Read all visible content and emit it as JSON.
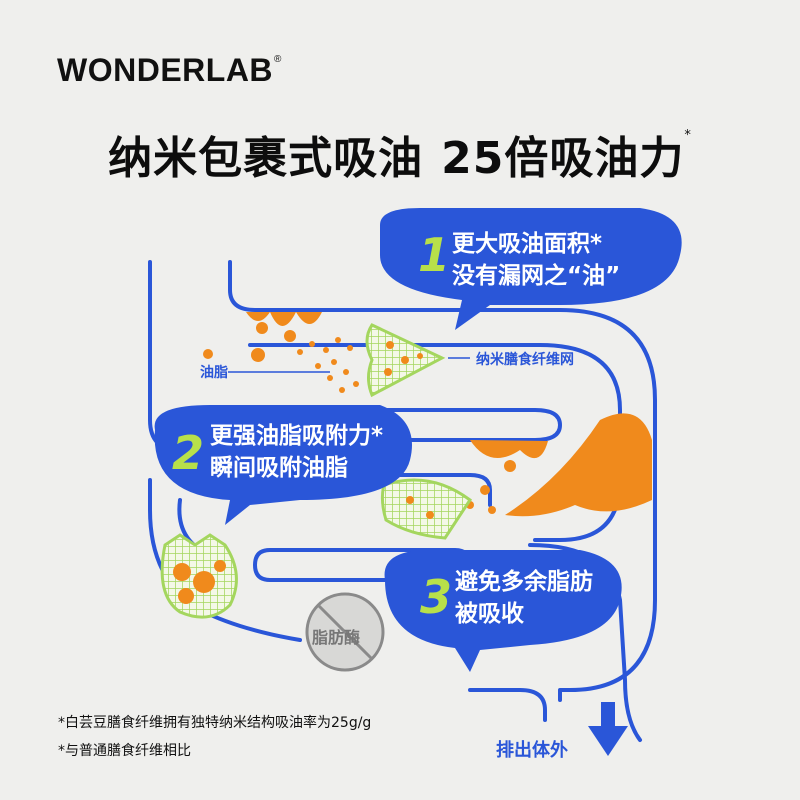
{
  "brand": {
    "name": "WONDERLAB",
    "mark": "®"
  },
  "headline": {
    "part1": "纳米包裹式吸油",
    "part2": "25倍吸油力",
    "mark": "*"
  },
  "bubbles": [
    {
      "number": "1",
      "line1": "更大吸油面积*",
      "line2": "没有漏网之“油”"
    },
    {
      "number": "2",
      "line1": "更强油脂吸附力*",
      "line2": "瞬间吸附油脂"
    },
    {
      "number": "3",
      "line1": "避免多余脂肪",
      "line2": "被吸收"
    }
  ],
  "labels": {
    "oil": "油脂",
    "net": "纳米膳食纤维网",
    "enzyme": "脂肪酶",
    "exit": "排出体外"
  },
  "footnotes": [
    "*白芸豆膳食纤维拥有独特纳米结构吸油率为25g/g",
    "*与普通膳食纤维相比"
  ],
  "colors": {
    "blue": "#2a56d8",
    "orange": "#f08a1c",
    "green": "#a4d65e",
    "background": "#efefed"
  }
}
